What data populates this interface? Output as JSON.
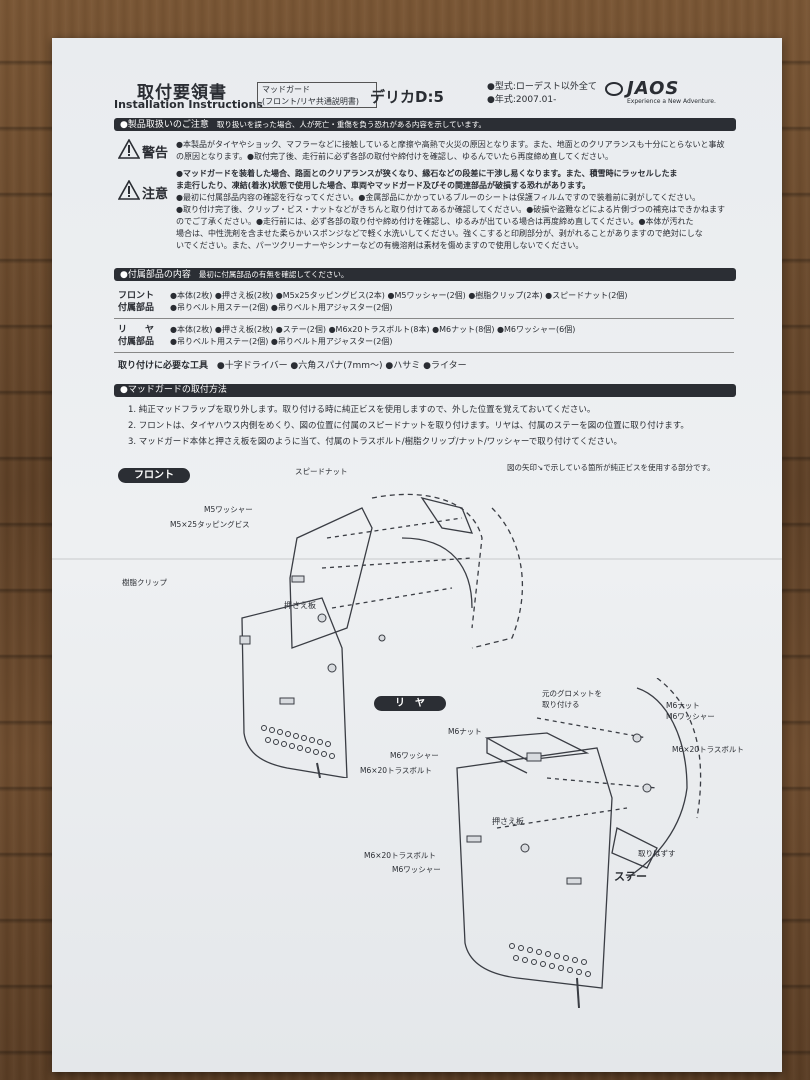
{
  "header": {
    "title_jp": "取付要領書",
    "title_en": "Installation Instructions",
    "product_box_line1": "マッドガード",
    "product_box_line2": "(フロント/リヤ共通説明書)",
    "model": "デリカD:5",
    "spec_line1": "●型式:ローデスト以外全て",
    "spec_line2": "●年式:2007.01-",
    "logo_text": "JAOS",
    "tagline": "Experience a New Adventure."
  },
  "handling": {
    "bar_title": "●製品取扱いのご注意",
    "bar_sub": "取り扱いを誤った場合、人が死亡・重傷を負う恐れがある内容を示しています。",
    "warning_label": "警告",
    "warning_lines": [
      "●本製品がタイヤやショック、マフラーなどに接触していると摩擦や高熱で火災の原因となります。また、地面とのクリアランスも十分にとらないと事故",
      "の原因となります。●取付完了後、走行前に必ず各部の取付や締付けを確認し、ゆるんでいたら再度締め直してください。"
    ],
    "caution_label": "注意",
    "caution_lines": [
      "●マッドガードを装着した場合、路面とのクリアランスが狭くなり、縁石などの段差に干渉し易くなります。また、積雪時にラッセルしたま",
      "ま走行したり、凍結(着氷)状態で使用した場合、車両やマッドガード及びその関連部品が破損する恐れがあります。",
      "●最初に付属部品内容の確認を行なってください。●金属部品にかかっているブルーのシートは保護フィルムですので装着前に剥がしてください。",
      "●取り付け完了後、クリップ・ビス・ナットなどがきちんと取り付けてあるか確認してください。●破損や盗難などによる片側づつの補充はできかねます",
      "のでご了承ください。●走行前には、必ず各部の取り付や締め付けを確認し、ゆるみが出ている場合は再度締め直してください。●本体が汚れた",
      "場合は、中性洗剤を含ませた柔らかいスポンジなどで軽く水洗いしてください。強くこすると印刷部分が、剥がれることがありますので絶対にしな",
      "いでください。また、パーツクリーナーやシンナーなどの有機溶剤は素材を傷めますので使用しないでください。"
    ]
  },
  "parts": {
    "bar_title": "●付属部品の内容",
    "bar_sub": "最初に付属部品の有無を確認してください。",
    "front_label_1": "フロント",
    "front_label_2": "付属部品",
    "front_line1": "●本体(2枚) ●押さえ板(2枚) ●M5x25タッピングビス(2本) ●M5ワッシャー(2個) ●樹脂クリップ(2本) ●スピードナット(2個)",
    "front_line2": "●吊りベルト用ステー(2個) ●吊りベルト用アジャスター(2個)",
    "rear_label_1": "リ　　ヤ",
    "rear_label_2": "付属部品",
    "rear_line1": "●本体(2枚) ●押さえ板(2枚) ●ステー(2個) ●M6x20トラスボルト(8本) ●M6ナット(8個) ●M6ワッシャー(6個)",
    "rear_line2": "●吊りベルト用ステー(2個) ●吊りベルト用アジャスター(2個)",
    "tools_label": "取り付けに必要な工具",
    "tools": "●十字ドライバー ●六角スパナ(7mm〜) ●ハサミ ●ライター"
  },
  "method": {
    "bar_title": "●マッドガードの取付方法",
    "steps": [
      "1. 純正マッドフラップを取り外します。取り付ける時に純正ビスを使用しますので、外した位置を覚えておいてください。",
      "2. フロントは、タイヤハウス内側をめくり、図の位置に付属のスピードナットを取り付けます。リヤは、付属のステーを図の位置に取り付けます。",
      "3. マッドガード本体と押さえ板を図のように当て、付属のトラスボルト/樹脂クリップ/ナット/ワッシャーで取り付けてください。"
    ],
    "arrow_note": "図の矢印↘で示している箇所が純正ビスを使用する部分です。"
  },
  "front_diagram": {
    "pill": "フロント",
    "speed_nut": "スピードナット",
    "m5_washer": "M5ワッシャー",
    "m5_screw": "M5×25タッピングビス",
    "clip": "樹脂クリップ",
    "plate": "押さえ板"
  },
  "rear_diagram": {
    "pill": "リ　ヤ",
    "grommet_1": "元のグロメットを",
    "grommet_2": "取り付ける",
    "m6_nut_left": "M6ナット",
    "m6_nut_right": "M6ナット",
    "m6_washer_right": "M6ワッシャー",
    "m6_bolt_right": "M6×20トラスボルト",
    "m6_washer_left": "M6ワッシャー",
    "m6_bolt_left": "M6×20トラスボルト",
    "plate": "押さえ板",
    "m6_bolt_bottom": "M6×20トラスボルト",
    "m6_washer_bottom": "M6ワッシャー",
    "stay": "ステー",
    "remove": "取りはずす"
  }
}
